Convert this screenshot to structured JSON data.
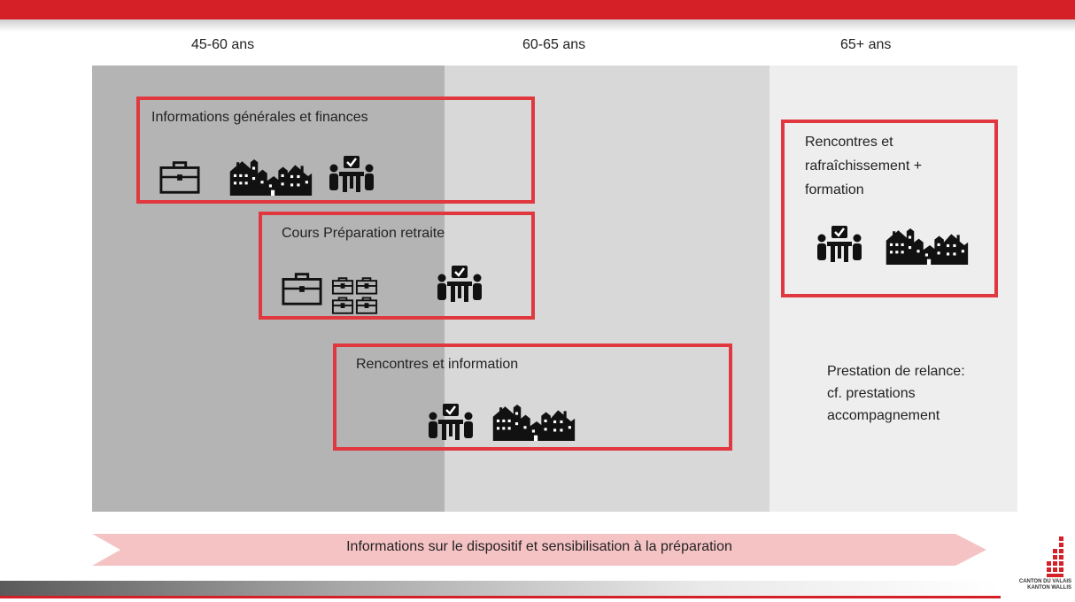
{
  "columns": [
    {
      "label": "45-60 ans"
    },
    {
      "label": "60-65 ans"
    },
    {
      "label": "65+ ans"
    }
  ],
  "boxes": {
    "general": {
      "label": "Informations générales et finances"
    },
    "course": {
      "label": "Cours Préparation retraite"
    },
    "meetings": {
      "label": "Rencontres et information"
    },
    "refresh": {
      "label_line1": "Rencontres et",
      "label_line2": "rafraîchissement +",
      "label_line3": "formation"
    }
  },
  "relance": {
    "line1": "Prestation de relance:",
    "line2": "cf. prestations",
    "line3": "accompagnement"
  },
  "arrow": {
    "label": "Informations sur le dispositif et sensibilisation à la préparation"
  },
  "logo": {
    "line1": "CANTON DU VALAIS",
    "line2": "KANTON WALLIS"
  },
  "colors": {
    "accent": "#d62027",
    "box_border": "#e0383e",
    "arrow_fill": "#f6c3c5"
  },
  "icons": [
    "briefcase-icon",
    "houses-icon",
    "group-meeting-icon",
    "briefcases-stack-icon"
  ]
}
